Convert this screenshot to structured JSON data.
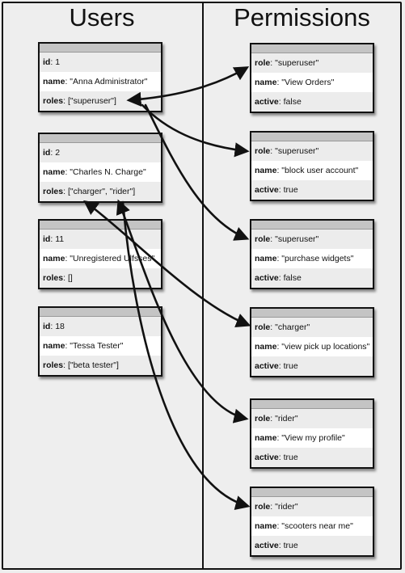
{
  "titles": {
    "users": "Users",
    "permissions": "Permissions"
  },
  "users": [
    {
      "id_key": "id",
      "id": "1",
      "name_key": "name",
      "name": "\"Anna Administrator\"",
      "roles_key": "roles",
      "roles": "[\"superuser\"]"
    },
    {
      "id_key": "id",
      "id": "2",
      "name_key": "name",
      "name": "\"Charles N. Charge\"",
      "roles_key": "roles",
      "roles": "[\"charger\", \"rider\"]"
    },
    {
      "id_key": "id",
      "id": "11",
      "name_key": "name",
      "name": "\"Unregistered Ulfsses\"",
      "roles_key": "roles",
      "roles": "[]"
    },
    {
      "id_key": "id",
      "id": "18",
      "name_key": "name",
      "name": "\"Tessa Tester\"",
      "roles_key": "roles",
      "roles": "[\"beta tester\"]"
    }
  ],
  "permissions": [
    {
      "role_key": "role",
      "role": "\"superuser\"",
      "name_key": "name",
      "name": "\"View Orders\"",
      "active_key": "active",
      "active": "false"
    },
    {
      "role_key": "role",
      "role": "\"superuser\"",
      "name_key": "name",
      "name": "\"block user account\"",
      "active_key": "active",
      "active": "true"
    },
    {
      "role_key": "role",
      "role": "\"superuser\"",
      "name_key": "name",
      "name": "\"purchase widgets\"",
      "active_key": "active",
      "active": "false"
    },
    {
      "role_key": "role",
      "role": "\"charger\"",
      "name_key": "name",
      "name": "\"view pick up locations\"",
      "active_key": "active",
      "active": "true"
    },
    {
      "role_key": "role",
      "role": "\"rider\"",
      "name_key": "name",
      "name": "\"View my profile\"",
      "active_key": "active",
      "active": "true"
    },
    {
      "role_key": "role",
      "role": "\"rider\"",
      "name_key": "name",
      "name": "\"scooters near me\"",
      "active_key": "active",
      "active": "true"
    }
  ],
  "colors": {
    "line": "#111111",
    "card_header": "#c4c4c4",
    "background": "#eeeeee"
  }
}
